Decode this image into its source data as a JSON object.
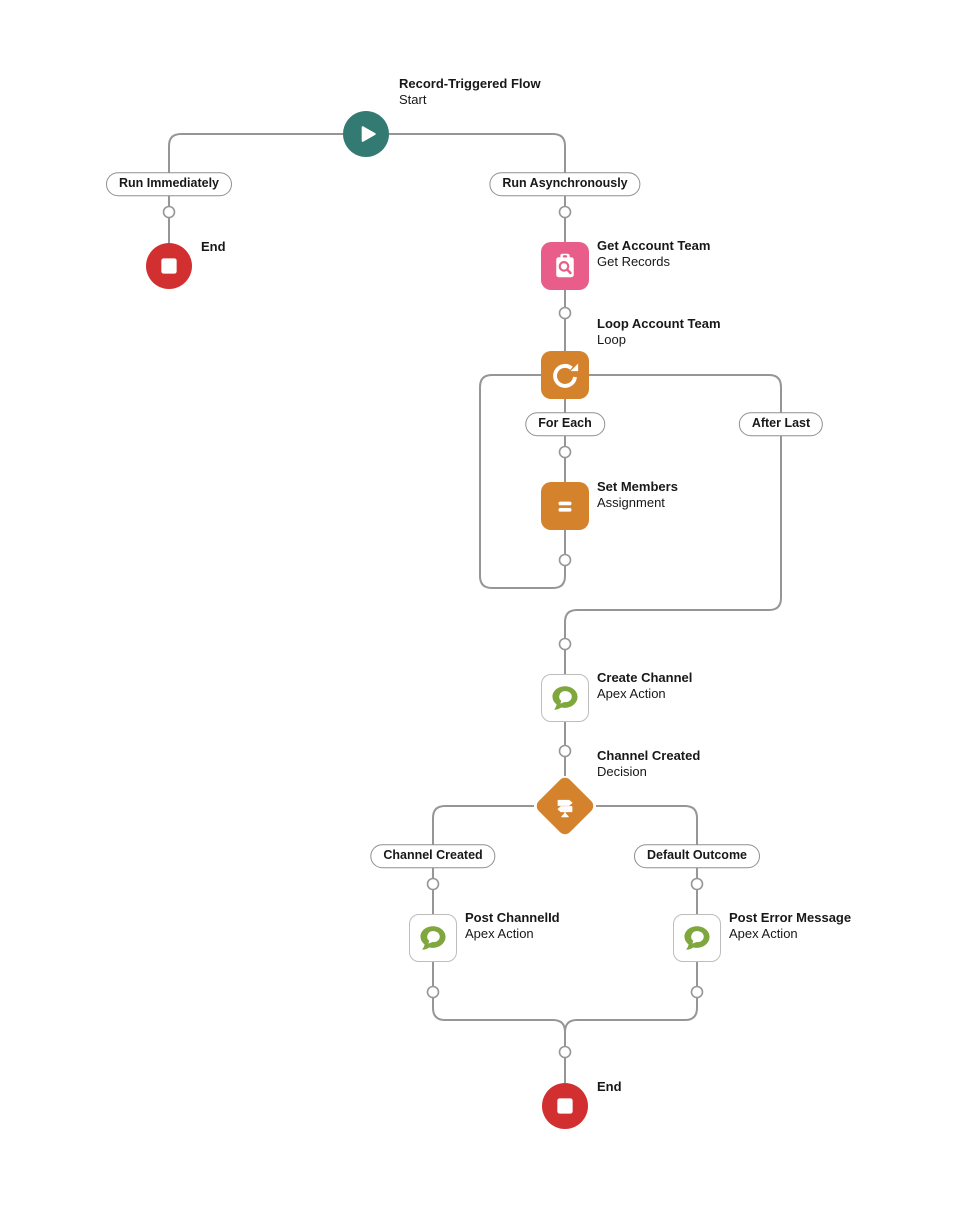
{
  "colors": {
    "canvas-bg": "#ffffff",
    "line": "#969696",
    "text": "#181818",
    "teal": "#337b72",
    "red": "#d23030",
    "pink": "#e95d8a",
    "orange": "#d5822d",
    "green": "#80a63e",
    "node-border": "#bdbdbd",
    "pill-border": "#8f8f8f"
  },
  "start": {
    "title": "Record-Triggered Flow",
    "subtitle": "Start"
  },
  "branches": {
    "run_immediately": "Run Immediately",
    "run_asynchronously": "Run Asynchronously",
    "for_each": "For Each",
    "after_last": "After Last",
    "channel_created": "Channel Created",
    "default_outcome": "Default Outcome"
  },
  "nodes": {
    "end_left": {
      "title": "End"
    },
    "get_account_team": {
      "title": "Get Account Team",
      "subtitle": "Get Records"
    },
    "loop_account_team": {
      "title": "Loop Account Team",
      "subtitle": "Loop"
    },
    "set_members": {
      "title": "Set Members",
      "subtitle": "Assignment"
    },
    "create_channel": {
      "title": "Create Channel",
      "subtitle": "Apex Action"
    },
    "channel_created_decision": {
      "title": "Channel Created",
      "subtitle": "Decision"
    },
    "post_channelid": {
      "title": "Post ChannelId",
      "subtitle": "Apex Action"
    },
    "post_error_message": {
      "title": "Post Error Message",
      "subtitle": "Apex Action"
    },
    "end_bottom": {
      "title": "End"
    }
  },
  "icons": {
    "start": "play-icon",
    "end": "stop-square-icon",
    "get_records": "clipboard-search-icon",
    "loop": "loop-arrow-icon",
    "assignment": "equals-icon",
    "apex_action": "chat-bubble-icon",
    "decision": "signpost-icon",
    "connector": "add-node-circle"
  }
}
